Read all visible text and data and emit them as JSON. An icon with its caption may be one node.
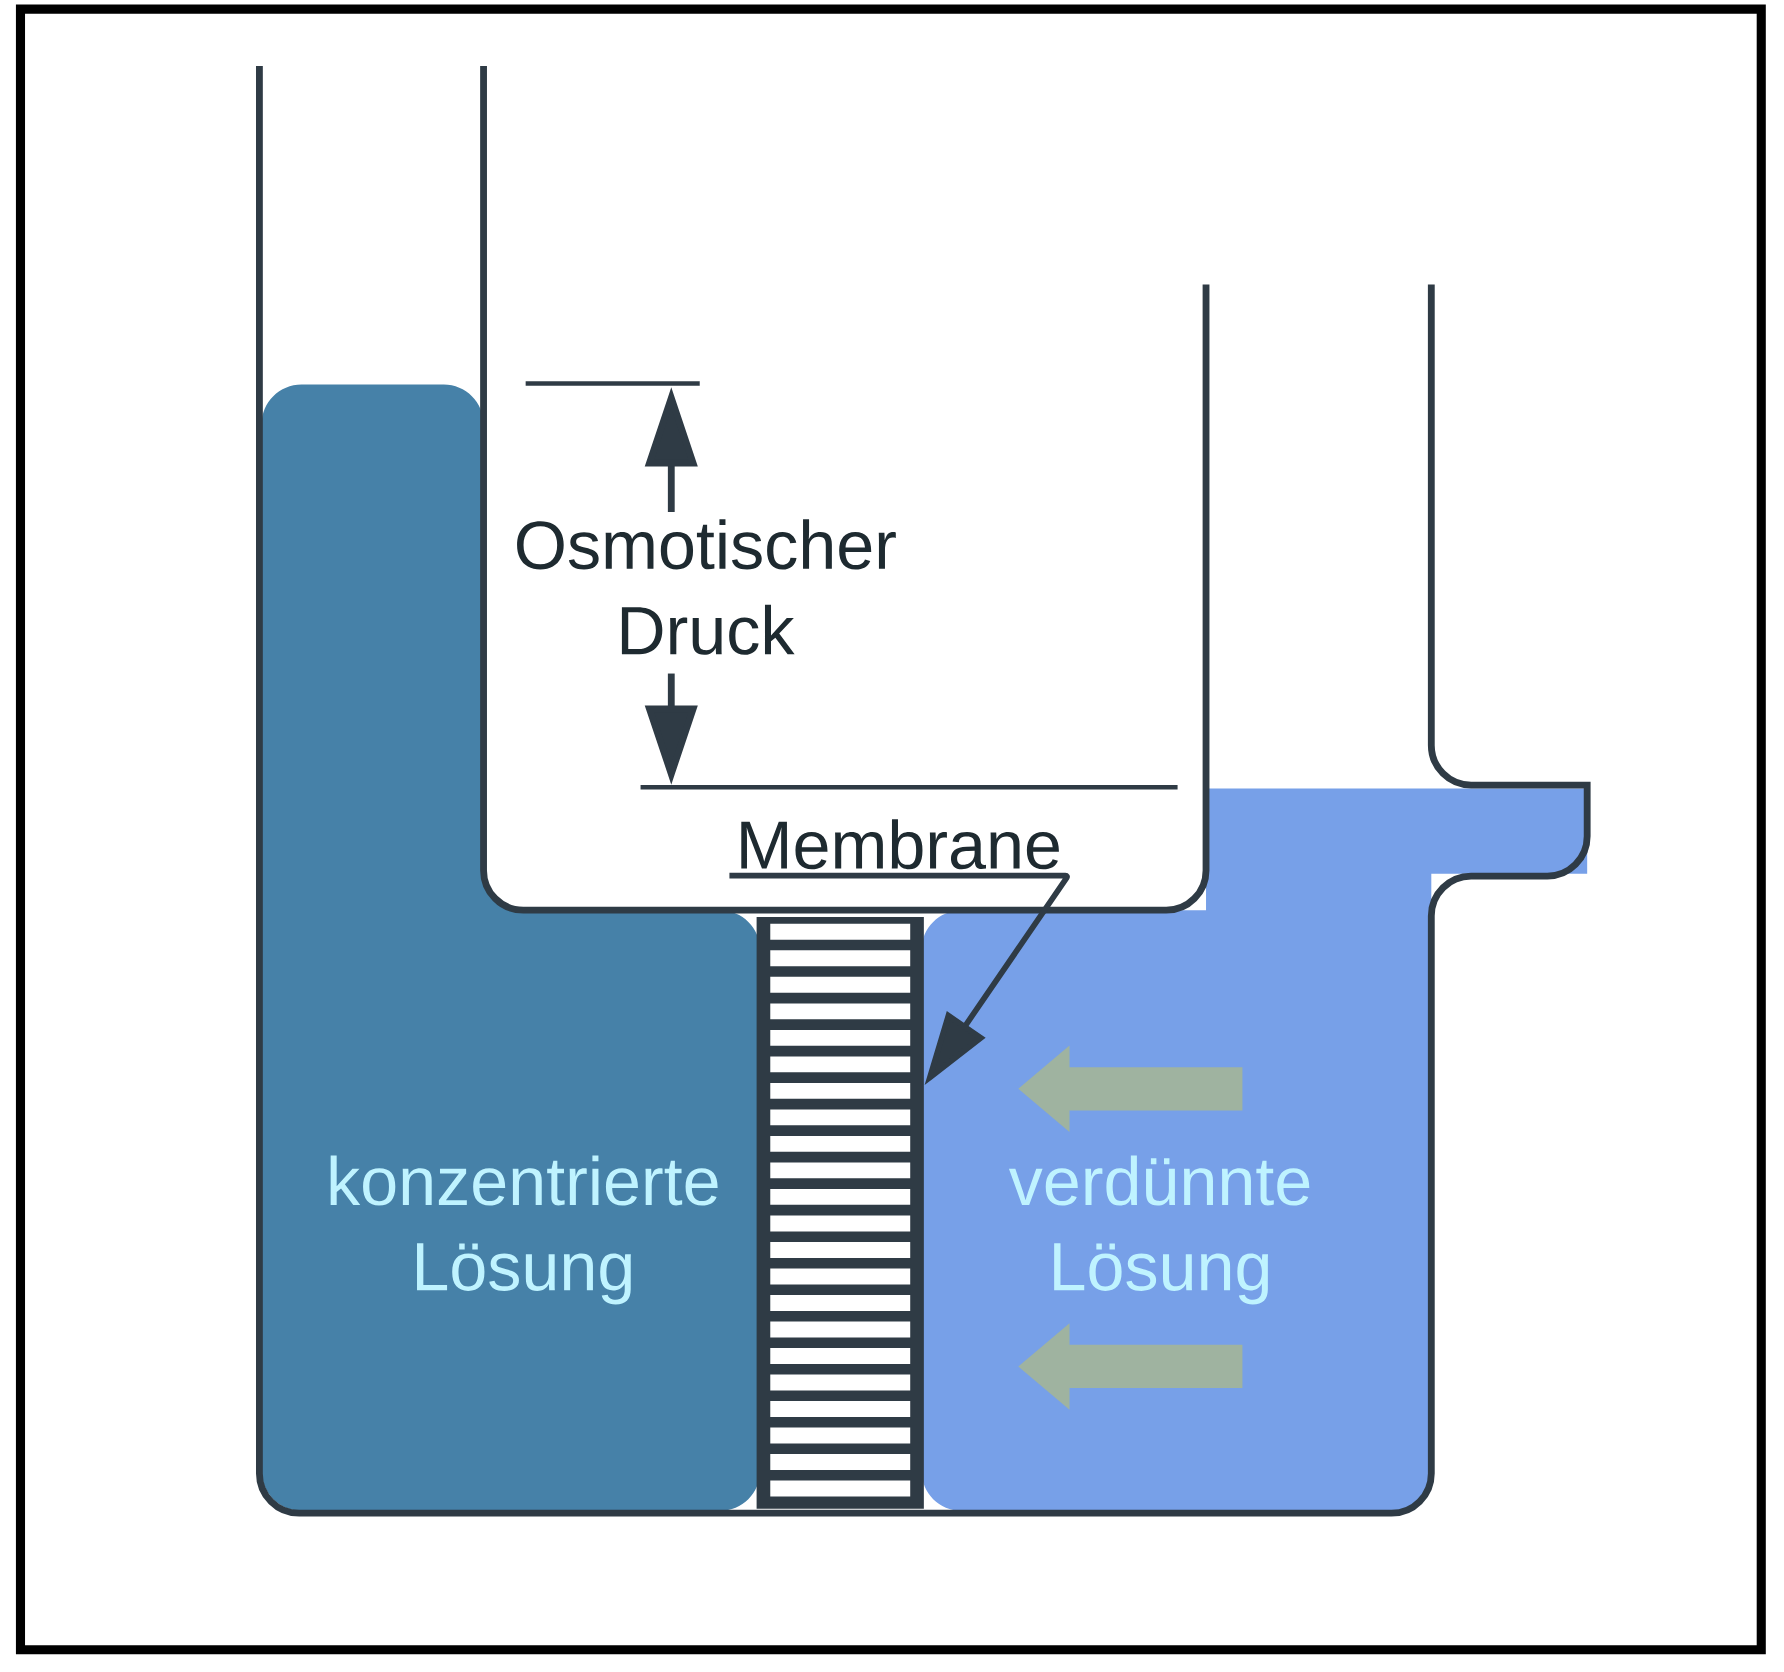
{
  "diagram": {
    "nodes": [
      {
        "text": [
          "Membrane"
        ]
      },
      {
        "text": [],
        "shape": "box"
      }
    ],
    "edges": [
      {
        "from": 0,
        "to": 1,
        "arrow": "to"
      }
    ],
    "labels": [
      "Osmotischer Druck",
      "konzentrierte Lösung",
      "verdünnte Lösung"
    ]
  }
}
